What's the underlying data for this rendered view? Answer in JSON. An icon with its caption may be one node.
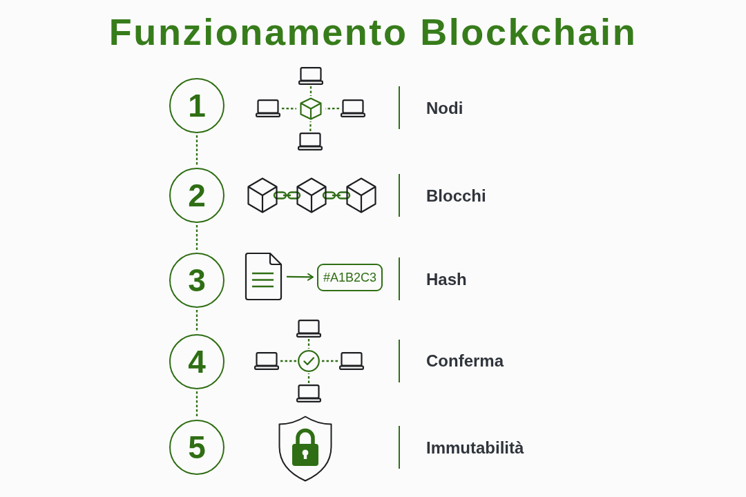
{
  "diagram": {
    "title": "Funzionamento Blockchain",
    "nodes": [
      {
        "text": [
          "1"
        ]
      },
      {
        "text": [],
        "shape": "laptop"
      },
      {
        "text": [],
        "shape": "laptop"
      },
      {
        "text": [],
        "shape": "cube"
      },
      {
        "text": [],
        "shape": "laptop"
      },
      {
        "text": [],
        "shape": "laptop"
      },
      {
        "text": [
          "2"
        ]
      },
      {
        "text": [],
        "shape": "cube"
      },
      {
        "text": [],
        "shape": "cube"
      },
      {
        "text": [],
        "shape": "cube"
      },
      {
        "text": [
          "3"
        ]
      },
      {
        "text": [],
        "shape": "document"
      },
      {
        "text": [
          "#A1B2C3"
        ]
      },
      {
        "text": [
          "4"
        ]
      },
      {
        "text": [],
        "shape": "laptop"
      },
      {
        "text": [],
        "shape": "laptop"
      },
      {
        "text": [],
        "shape": "circle"
      },
      {
        "text": [],
        "shape": "laptop"
      },
      {
        "text": [],
        "shape": "laptop"
      },
      {
        "text": [
          "5"
        ]
      }
    ],
    "edges": [
      {
        "from": 0,
        "to": 6,
        "arrow": "none",
        "style": "dashed"
      },
      {
        "from": 1,
        "to": 3,
        "arrow": "none",
        "style": "dashed"
      },
      {
        "from": 2,
        "to": 3,
        "arrow": "none",
        "style": "dashed"
      },
      {
        "from": 4,
        "to": 3,
        "arrow": "none",
        "style": "dashed"
      },
      {
        "from": 5,
        "to": 3,
        "arrow": "none",
        "style": "dashed"
      },
      {
        "from": 6,
        "to": 10,
        "arrow": "none",
        "style": "dashed"
      },
      {
        "from": 7,
        "to": 8,
        "arrow": "none"
      },
      {
        "from": 8,
        "to": 9,
        "arrow": "none"
      },
      {
        "from": 10,
        "to": 13,
        "arrow": "none",
        "style": "dashed"
      },
      {
        "from": 11,
        "to": 12,
        "arrow": "to"
      },
      {
        "from": 13,
        "to": 19,
        "arrow": "none",
        "style": "dashed"
      },
      {
        "from": 14,
        "to": 16,
        "arrow": "none",
        "style": "dashed"
      },
      {
        "from": 15,
        "to": 16,
        "arrow": "none",
        "style": "dashed"
      },
      {
        "from": 17,
        "to": 16,
        "arrow": "none",
        "style": "dashed"
      },
      {
        "from": 18,
        "to": 16,
        "arrow": "none",
        "style": "dashed"
      }
    ],
    "labels": [
      "Nodi",
      "Blocchi",
      "Hash",
      "Conferma",
      "Immutabilità"
    ]
  }
}
